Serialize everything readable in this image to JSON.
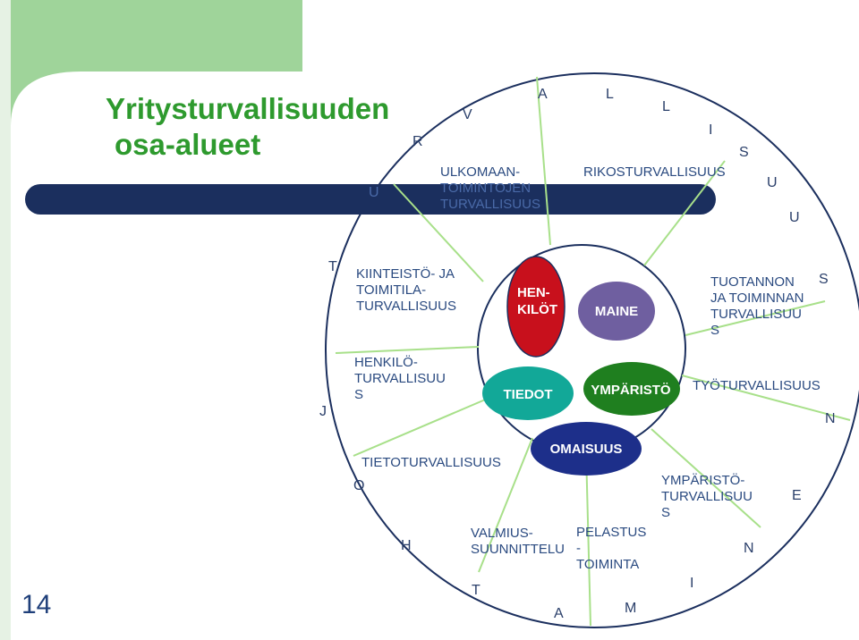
{
  "title": {
    "line1": "Yritysturvallisuuden",
    "line2": "osa-alueet"
  },
  "page_number": "14",
  "ring_letters": [
    "V",
    "A",
    "L",
    "L",
    "I",
    "S",
    "U",
    "U",
    "S",
    "T",
    "J",
    "O",
    "H",
    "T",
    "A",
    "M",
    "I",
    "N",
    "E",
    "N",
    "R",
    "U"
  ],
  "areas": {
    "ulkomaan": [
      "ULKOMAAN-",
      "TOIMINTOJEN",
      "TURVALLISUUS"
    ],
    "rikos": [
      "RIKOSTURVALLISUUS"
    ],
    "kiinteisto": [
      "KIINTEISTÖ- JA",
      "TOIMITILA-",
      "TURVALLISUUS"
    ],
    "tuotannon": [
      "TUOTANNON",
      "JA TOIMINNAN",
      "TURVALLISUU",
      "S"
    ],
    "henkilo": [
      "HENKILÖ-",
      "TURVALLISUU",
      "S"
    ],
    "tyo": [
      "TYÖTURVALLISUUS"
    ],
    "tieto": [
      "TIETOTURVALLISUUS"
    ],
    "ymparisto": [
      "YMPÄRISTÖ-",
      "TURVALLISUU",
      "S"
    ],
    "valmius": [
      "VALMIUS-",
      "SUUNNITTELU"
    ],
    "pelastus": [
      "PELASTUS",
      "-",
      "TOIMINTA"
    ]
  },
  "core_nodes": {
    "henkilot": [
      "HEN-",
      "KILÖT"
    ],
    "maine": "MAINE",
    "tiedot": "TIEDOT",
    "ymparisto": "YMPÄRISTÖ",
    "omaisuus": "OMAISUUS"
  },
  "colors": {
    "title_green": "#2e9a2e",
    "header_green": "#9fd49a",
    "band_navy": "#1b2f5e",
    "henkilot_red": "#c8101c",
    "maine_purple": "#6f5fa0",
    "tiedot_teal": "#12a898",
    "ymparisto_green": "#1f7f1f",
    "omaisuus_navy": "#1d2f8a",
    "line_green": "#a8e08a",
    "circle_navy": "#1b2f5e"
  }
}
